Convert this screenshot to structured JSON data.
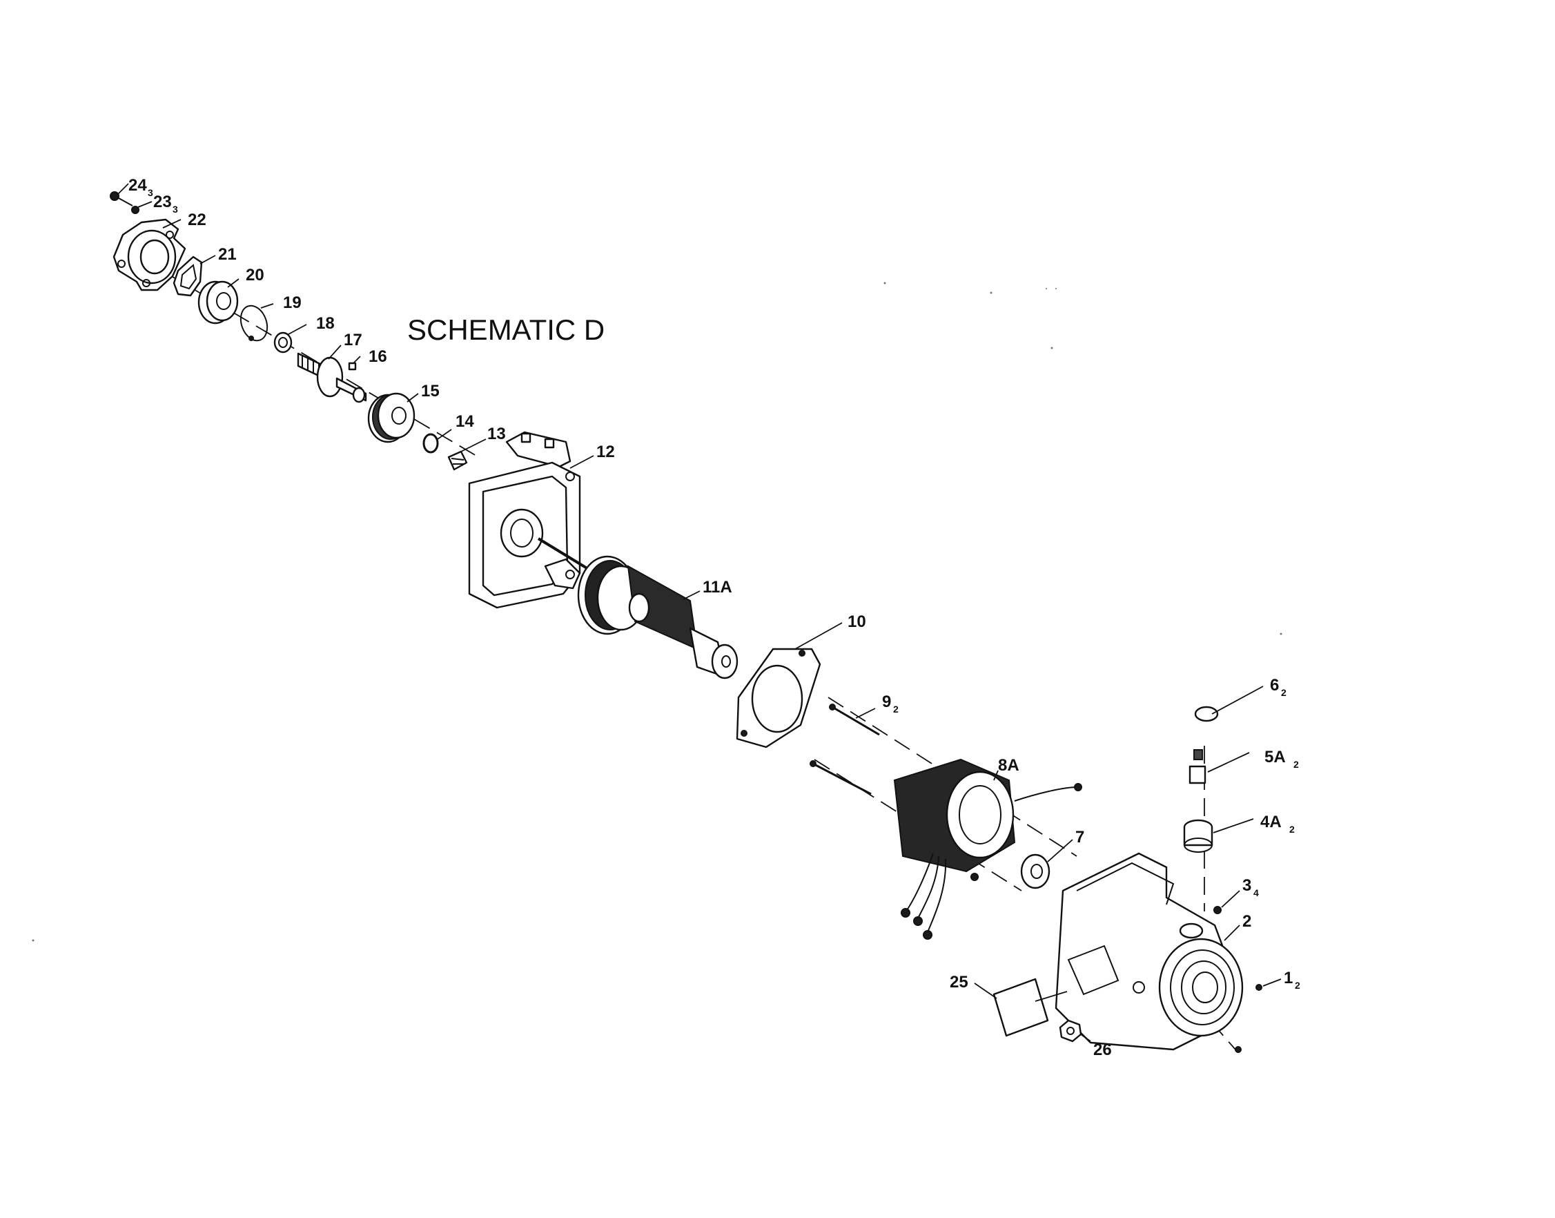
{
  "title": "SCHEMATIC D",
  "labels": {
    "p24": "24",
    "p24_sub": "3",
    "p23": "23",
    "p23_sub": "3",
    "p22": "22",
    "p21": "21",
    "p20": "20",
    "p19": "19",
    "p18": "18",
    "p17": "17",
    "p16": "16",
    "p15": "15",
    "p14": "14",
    "p13": "13",
    "p12": "12",
    "p11a": "11A",
    "p10": "10",
    "p9": "9",
    "p9_sub": "2",
    "p8a": "8A",
    "p7": "7",
    "p6": "6",
    "p6_sub": "2",
    "p5a": "5A",
    "p5a_sub": "2",
    "p4a": "4A",
    "p4a_sub": "2",
    "p3": "3",
    "p3_sub": "4",
    "p2": "2",
    "p1": "1",
    "p1_sub": "2",
    "p25": "25",
    "p26": "26"
  }
}
